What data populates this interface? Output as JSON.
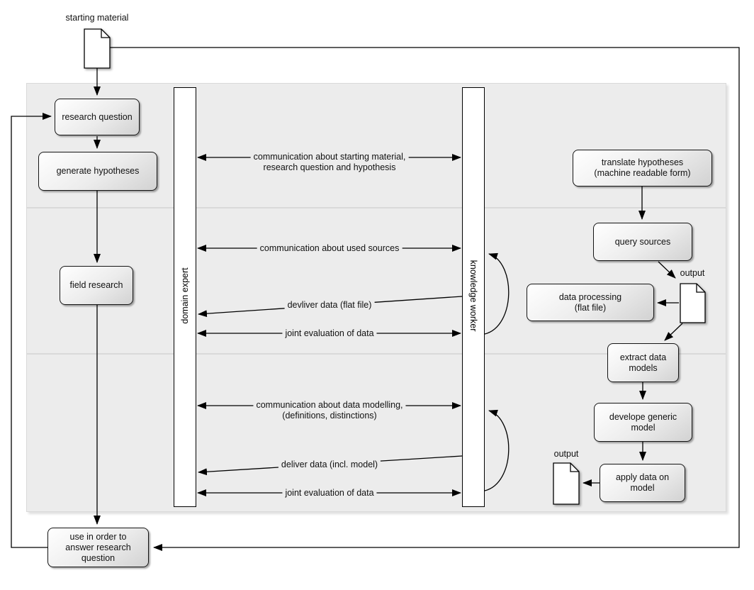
{
  "diagram": {
    "title_hint": "research process swimlane diagram",
    "colors": {
      "band_fill": "#ececec",
      "band_border": "#d9d9d9",
      "node_fill_start": "#ffffff",
      "node_fill_end": "#d2d2d2",
      "line": "#000000"
    },
    "labels": {
      "starting_material": "starting material",
      "output_top": "output",
      "output_bottom": "output"
    },
    "lanes": {
      "domain_expert": "domain expert",
      "knowledge_worker": "knowledge worker"
    },
    "nodes": {
      "research_question": "research question",
      "generate_hypotheses": "generate hypotheses",
      "field_research": "field research",
      "use_answer": "use in order to\nanswer research\nquestion",
      "translate_hypotheses": "translate hypotheses\n(machine readable form)",
      "query_sources": "query sources",
      "data_processing": "data processing\n(flat file)",
      "extract_data_models": "extract data\nmodels",
      "develope_generic_model": "develope generic\nmodel",
      "apply_data_on_model": "apply data on\nmodel"
    },
    "messages": [
      {
        "label": "communication about starting material,\nresearch question and hypothesis"
      },
      {
        "label": "communication about used sources"
      },
      {
        "label": "devliver data (flat file)"
      },
      {
        "label": "joint evaluation of data"
      },
      {
        "label": "communication about data modelling,\n(definitions, distinctions)"
      },
      {
        "label": "deliver data (incl. model)"
      },
      {
        "label": "joint evaluation of data"
      }
    ]
  }
}
